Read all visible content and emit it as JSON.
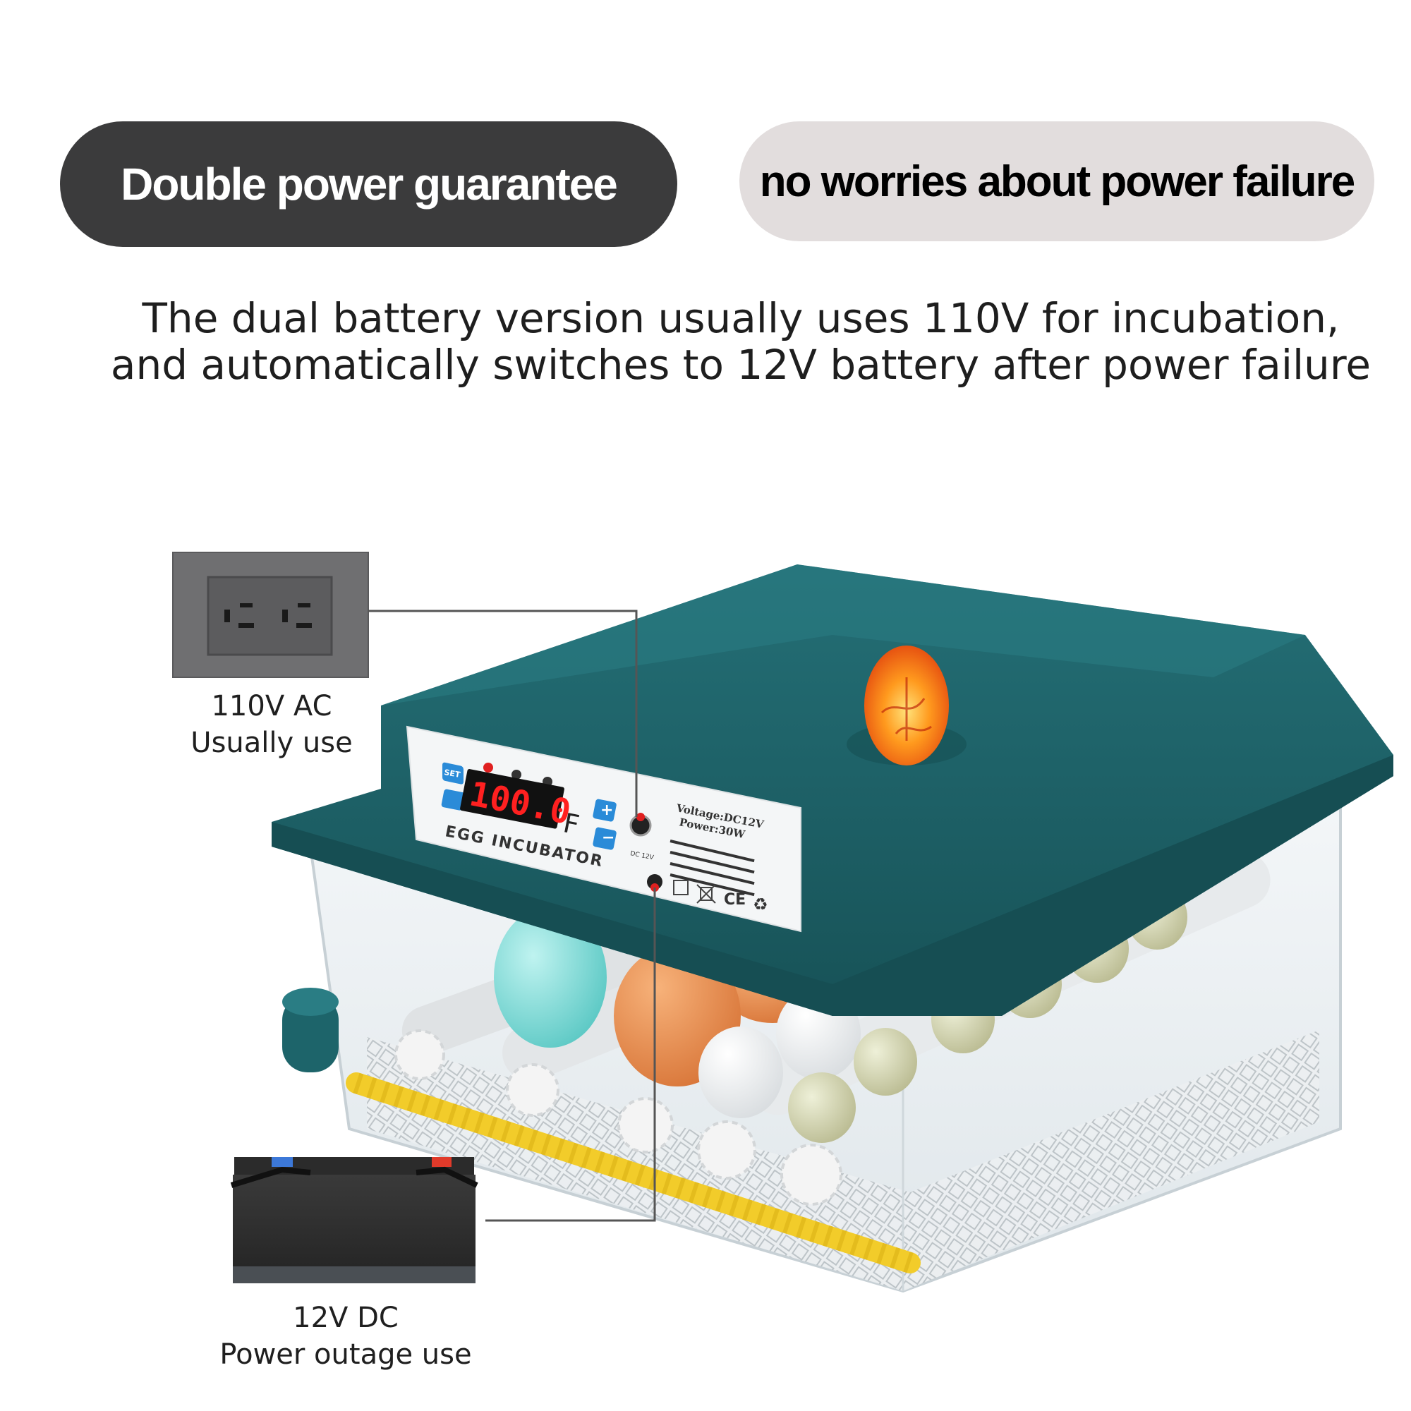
{
  "banner": {
    "left_pill": "Double power guarantee",
    "right_pill": "no worries about power failure"
  },
  "description": {
    "line1": "The dual battery version usually uses 110V for incubation,",
    "line2": "and automatically switches to 12V battery after power failure"
  },
  "ac_source": {
    "line1": "110V AC",
    "line2": "Usually use"
  },
  "dc_source": {
    "line1": "12V DC",
    "line2": "Power outage use"
  },
  "control_panel": {
    "set_button": "SET",
    "display_value": "100.0",
    "display_unit": "F",
    "product_name": "EGG INCUBATOR",
    "dc_port_label": "DC 12V",
    "voltage_label": "Voltage:DC12V",
    "power_label": "Power:30W",
    "ce_mark": "CE"
  },
  "colors": {
    "lid": "#1e6268",
    "lid_dark": "#164e53",
    "pill_dark": "#3b3b3c",
    "pill_light": "#e2dddd",
    "roller_bar": "#f2cc2a"
  }
}
